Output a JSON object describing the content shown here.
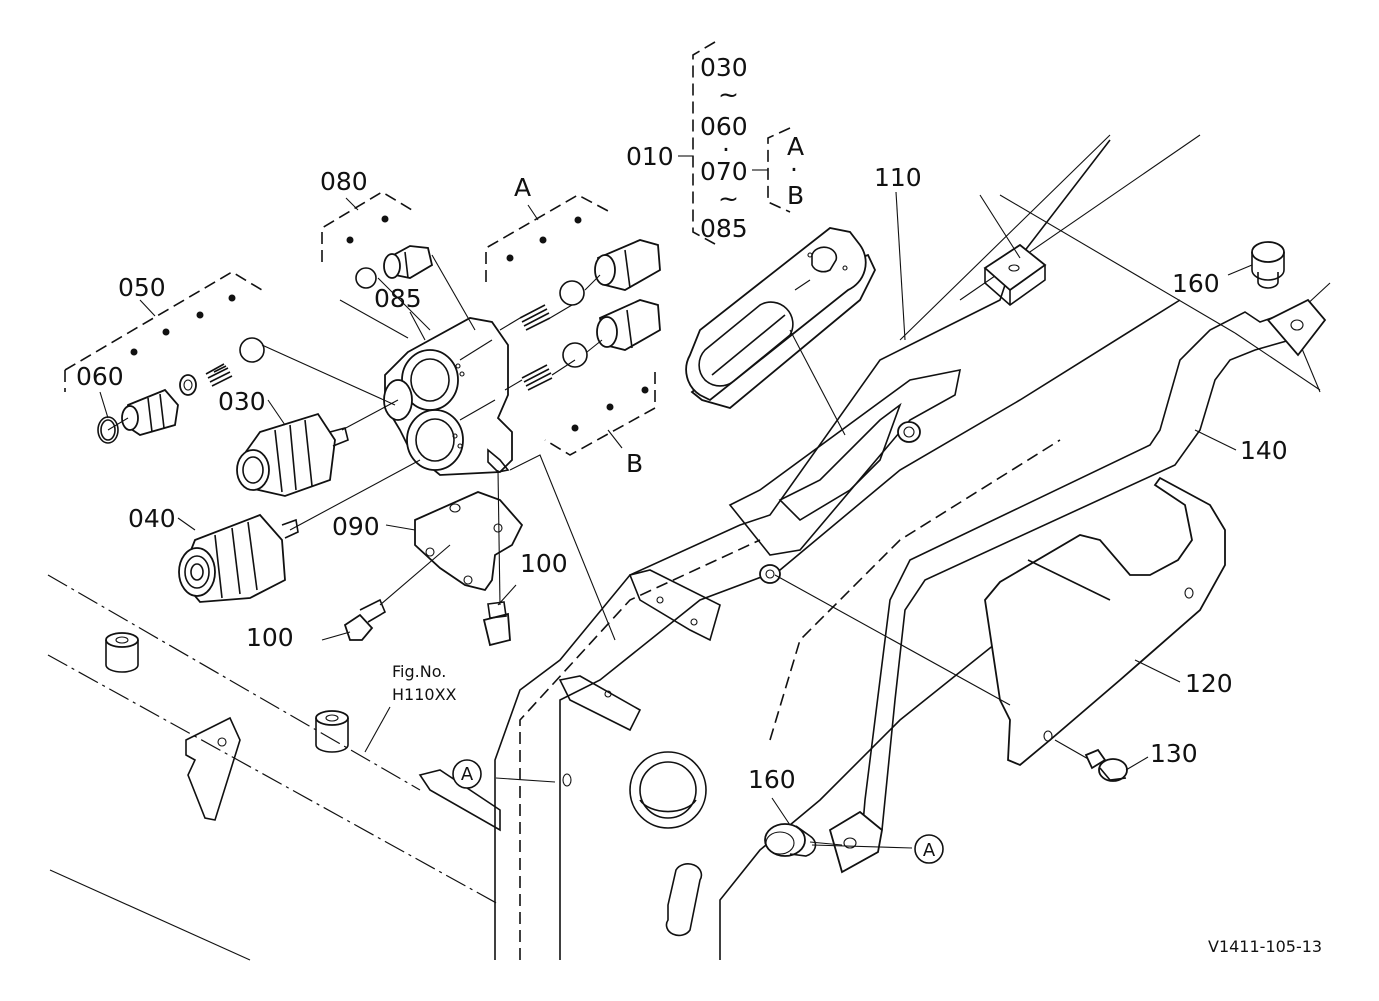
{
  "diagram": {
    "drawing_code": "V1411-105-13",
    "fig_ref": {
      "line1": "Fig.No.",
      "line2": "H110XX"
    },
    "group_bracket": {
      "main": "010",
      "items": [
        "030",
        "~",
        "060",
        "·",
        "070",
        "~",
        "085"
      ],
      "sub": [
        "A",
        "·",
        "B"
      ]
    },
    "parts": {
      "p030": "030",
      "p040": "040",
      "p050": "050",
      "p060": "060",
      "p080": "080",
      "p085": "085",
      "p090": "090",
      "p100a": "100",
      "p100b": "100",
      "p110": "110",
      "p120": "120",
      "p130": "130",
      "p140": "140",
      "p160a": "160",
      "p160b": "160"
    },
    "set_labels": {
      "a_top": "A",
      "b_bottom": "B"
    },
    "callouts": {
      "a1": "A",
      "a2": "A"
    }
  }
}
